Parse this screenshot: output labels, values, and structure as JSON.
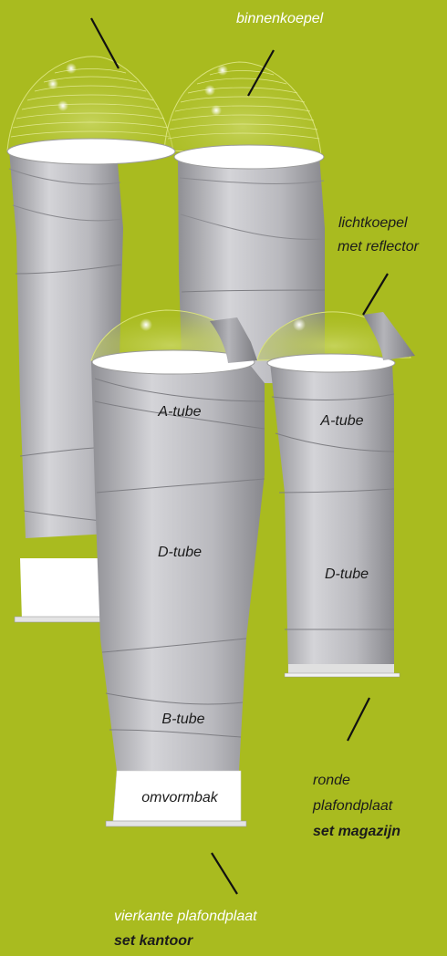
{
  "colors": {
    "background": "#a9bb1f",
    "tube_light": "#cfcfd3",
    "tube_mid": "#a9a9ae",
    "tube_dark": "#8d8d92",
    "dome_line": "#e8ef9a",
    "base": "#ffffff"
  },
  "labels": {
    "inner_dome": "binnenkoepel",
    "light_dome_1": "lichtkoepel",
    "light_dome_2": "met reflector",
    "round_plate_1": "ronde",
    "round_plate_2": "plafondplaat",
    "round_set": "set magazijn",
    "square_plate": "vierkante plafondplaat",
    "square_set": "set kantoor"
  },
  "front_left": {
    "a_tube": "A-tube",
    "d_tube": "D-tube",
    "b_tube": "B-tube",
    "converter": "omvormbak"
  },
  "front_right": {
    "a_tube": "A-tube",
    "d_tube": "D-tube"
  }
}
